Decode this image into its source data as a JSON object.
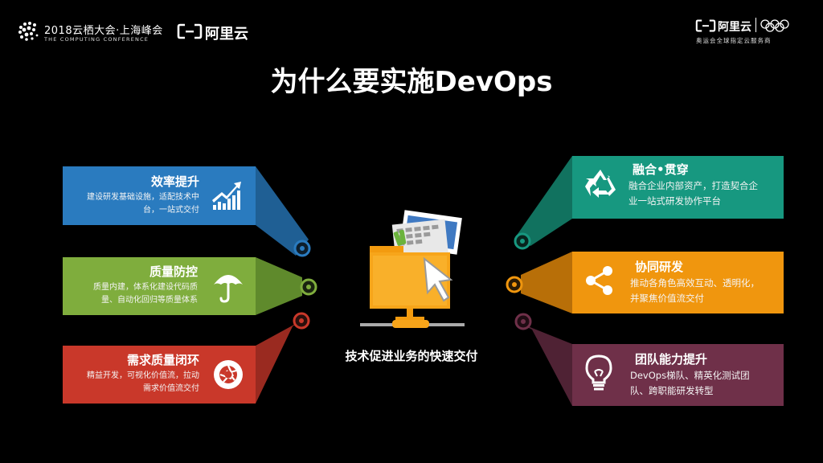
{
  "header": {
    "event_title": "2018云栖大会·上海峰会",
    "event_subtitle": "THE COMPUTING CONFERENCE",
    "brand_name": "阿里云",
    "sponsor_brand_name": "阿里云",
    "sponsor_subtitle": "奥运会全球指定云服务商"
  },
  "page_title": "为什么要实施DevOps",
  "center_caption": "技术促进业务的快速交付",
  "left_panels": [
    {
      "title": "效率提升",
      "desc_line1": "建设研发基础设施，适配技术中",
      "desc_line2": "台，一站式交付",
      "color": "#2a7bbf",
      "icon": "growth-chart-icon"
    },
    {
      "title": "质量防控",
      "desc_line1": "质量内建，体系化建设代码质",
      "desc_line2": "量、自动化回归等质量体系",
      "color": "#7fad3d",
      "icon": "umbrella-icon"
    },
    {
      "title": "需求质量闭环",
      "desc_line1": "精益开发，可视化价值流，拉动",
      "desc_line2": "需求价值流交付",
      "color": "#c9382a",
      "icon": "aperture-icon"
    }
  ],
  "right_panels": [
    {
      "title": "融合•贯穿",
      "desc_line1": "融合企业内部资产，打造契合企",
      "desc_line2": "业一站式研发协作平台",
      "color": "#179880",
      "icon": "recycle-icon"
    },
    {
      "title": "协同研发",
      "desc_line1": "推动各角色高效互动、透明化，",
      "desc_line2": "并聚焦价值流交付",
      "color": "#f0960e",
      "icon": "share-icon"
    },
    {
      "title": "团队能力提升",
      "desc_line1": "DevOps梯队、精英化测试团",
      "desc_line2": "队、跨职能研发转型",
      "color": "#6f3049",
      "icon": "lightbulb-icon"
    }
  ]
}
